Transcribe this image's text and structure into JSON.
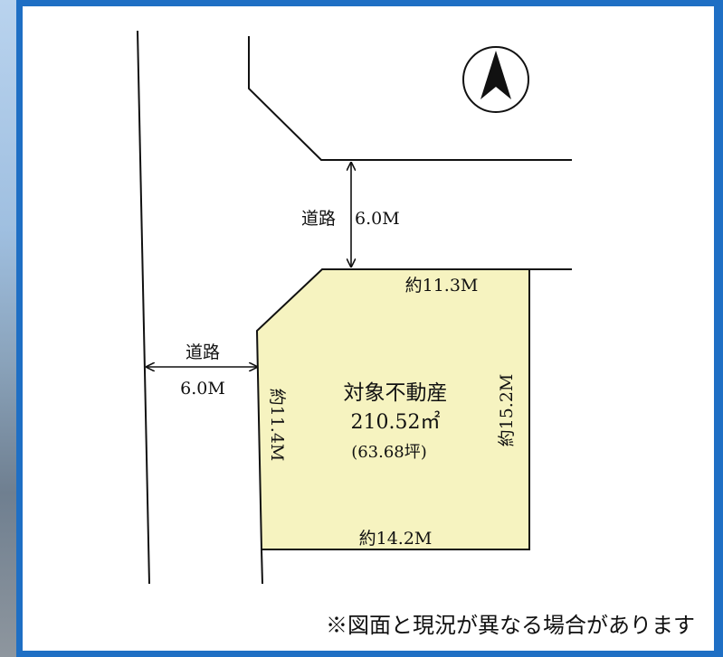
{
  "colors": {
    "frame_border": "#1f6fc4",
    "lot_fill": "#f6f3c0",
    "line": "#111111"
  },
  "icons": {
    "north_arrow": "north-arrow-icon"
  },
  "road_north": {
    "label": "道路",
    "width": "6.0M"
  },
  "road_west": {
    "label": "道路",
    "width": "6.0M"
  },
  "lot": {
    "title": "対象不動産",
    "area": "210.52㎡",
    "tsubo": "(63.68坪)",
    "top_side": "約11.3M",
    "right_side": "約15.2M",
    "bottom_side": "約14.2M",
    "left_side": "約11.4M"
  },
  "note": "※図面と現況が異なる場合があります"
}
